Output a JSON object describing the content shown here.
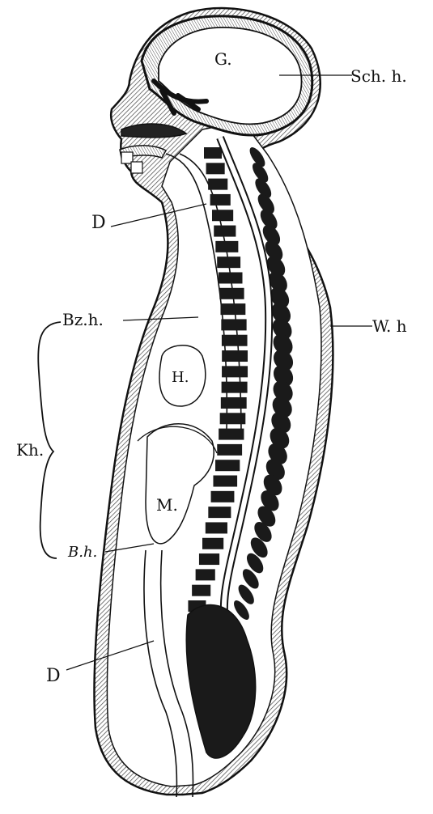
{
  "figure": {
    "labels": {
      "g": "G.",
      "schh": "Sch. h.",
      "d_upper": "D",
      "bzh": "Bz.h.",
      "h": "H.",
      "wh": "W. h",
      "kh": "Kh.",
      "m": "M.",
      "bh": "B.h.",
      "d_lower": "D"
    },
    "colors": {
      "ink": "#111111",
      "paper": "#ffffff",
      "hatch": "#555555"
    }
  }
}
